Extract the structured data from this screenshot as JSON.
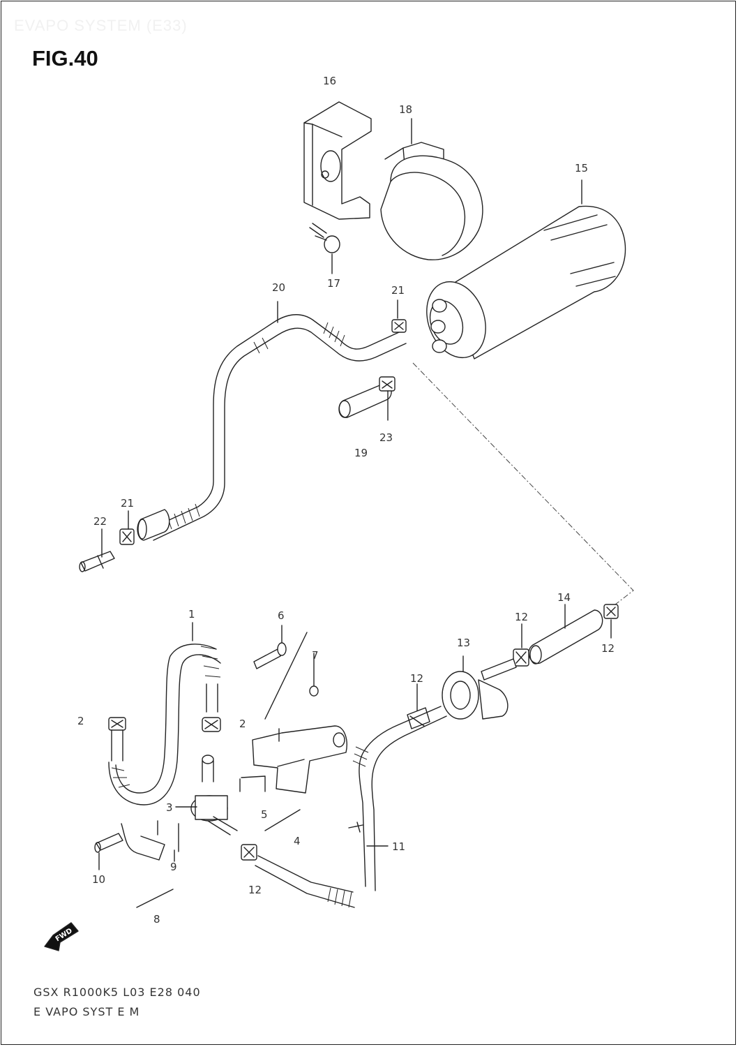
{
  "header": {
    "faint_title": "EVAPO SYSTEM (E33)",
    "figure_label": "FIG.40"
  },
  "footer": {
    "model_code": "GSX R1000K5 L03 E28 040",
    "section_name": "E VAPO SYST E M"
  },
  "fwd_badge": "FWD",
  "callouts": [
    {
      "id": "c16",
      "text": "16"
    },
    {
      "id": "c18",
      "text": "18"
    },
    {
      "id": "c15",
      "text": "15"
    },
    {
      "id": "c17",
      "text": "17"
    },
    {
      "id": "c20",
      "text": "20"
    },
    {
      "id": "c21a",
      "text": "21"
    },
    {
      "id": "c23",
      "text": "23"
    },
    {
      "id": "c19",
      "text": "19"
    },
    {
      "id": "c21b",
      "text": "21"
    },
    {
      "id": "c22",
      "text": "22"
    },
    {
      "id": "c1",
      "text": "1"
    },
    {
      "id": "c6",
      "text": "6"
    },
    {
      "id": "c7",
      "text": "7"
    },
    {
      "id": "c14",
      "text": "14"
    },
    {
      "id": "c12a",
      "text": "12"
    },
    {
      "id": "c13",
      "text": "13"
    },
    {
      "id": "c12b",
      "text": "12"
    },
    {
      "id": "c2a",
      "text": "2"
    },
    {
      "id": "c2b",
      "text": "2"
    },
    {
      "id": "c12c",
      "text": "12"
    },
    {
      "id": "c3",
      "text": "3"
    },
    {
      "id": "c5",
      "text": "5"
    },
    {
      "id": "c4",
      "text": "4"
    },
    {
      "id": "c11",
      "text": "11"
    },
    {
      "id": "c9",
      "text": "9"
    },
    {
      "id": "c10",
      "text": "10"
    },
    {
      "id": "c12d",
      "text": "12"
    },
    {
      "id": "c8",
      "text": "8"
    }
  ]
}
